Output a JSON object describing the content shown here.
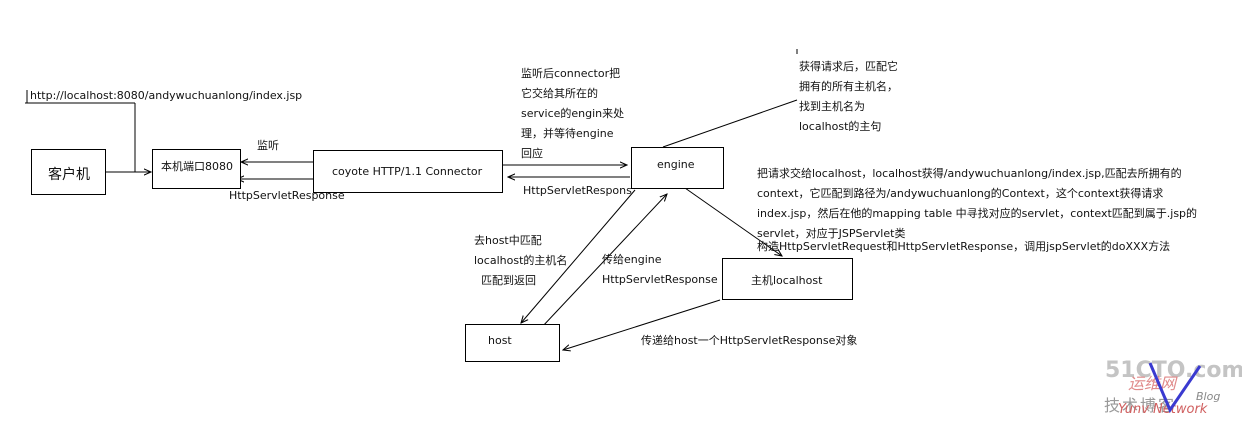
{
  "nodes": {
    "client": "客户机",
    "local_port": "本机端口8080",
    "connector": "coyote HTTP/1.1 Connector",
    "engine": "engine",
    "host": "host",
    "main_host": "主机localhost"
  },
  "labels": {
    "url": "http://localhost:8080/andywuchuanlong/index.jsp",
    "listen": "监听",
    "response_left": "HttpServletResponse",
    "connector_note": "监听后connector把\n它交给其所在的\nservice的engin来处\n理，并等待engine\n回应",
    "response_mid": "HttpServletRespons",
    "engine_note": "获得请求后，匹配它\n拥有的所有主机名，\n找到主机名为\nlocalhost的主句",
    "localhost_note": "把请求交给localhost，localhost获得/andywuchuanlong/index.jsp,匹配去所拥有的\ncontext，它匹配到路径为/andywuchuanlong的Context，这个context获得请求\nindex.jsp，然后在他的mapping table 中寻找对应的servlet，context匹配到属于.jsp的\nservlet，对应于JSPServlet类",
    "construct_note": "构造HttpServletRequest和HttpServletResponse，调用jspServlet的doXXX方法",
    "host_match": "去host中匹配\nlocalhost的主机名\n  匹配到返回",
    "pass_engine": "传给engine\nHttpServletResponse",
    "pass_host": "传递给host一个HttpServletResponse对象"
  },
  "watermark": {
    "site": "51CTO.com",
    "tech": "技术博客",
    "blog": "Blog",
    "brand_cn": "运维网",
    "brand_en": "Yunv Network"
  },
  "colors": {
    "line": "#000000",
    "watermark_gray": "#bfbfbf",
    "watermark_red": "#e8a0a0",
    "watermark_blue": "#3a3ad0"
  }
}
